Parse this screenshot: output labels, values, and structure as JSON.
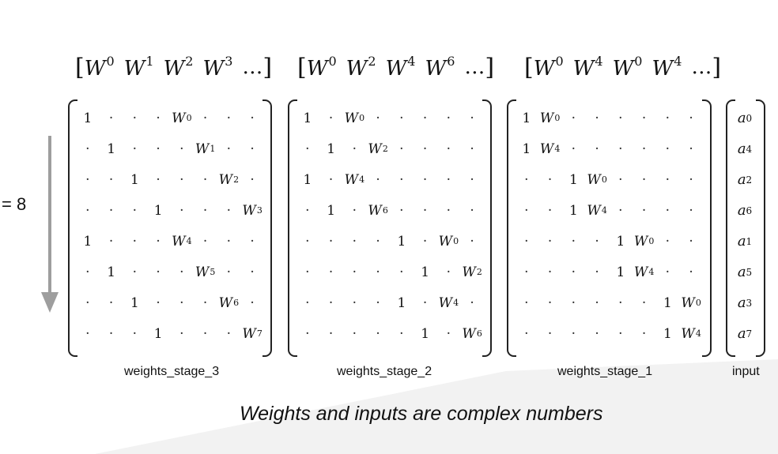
{
  "colors": {
    "background": "#ffffff",
    "background_shape": "#f2f2f2",
    "arrow": "#9e9e9e",
    "text": "#111111"
  },
  "n_label": "= 8",
  "sequences": [
    {
      "terms": [
        {
          "base": "W",
          "exp": "0"
        },
        {
          "base": "W",
          "exp": "1"
        },
        {
          "base": "W",
          "exp": "2"
        },
        {
          "base": "W",
          "exp": "3"
        }
      ],
      "ellipsis": "…"
    },
    {
      "terms": [
        {
          "base": "W",
          "exp": "0"
        },
        {
          "base": "W",
          "exp": "2"
        },
        {
          "base": "W",
          "exp": "4"
        },
        {
          "base": "W",
          "exp": "6"
        }
      ],
      "ellipsis": "…"
    },
    {
      "terms": [
        {
          "base": "W",
          "exp": "0"
        },
        {
          "base": "W",
          "exp": "4"
        },
        {
          "base": "W",
          "exp": "0"
        },
        {
          "base": "W",
          "exp": "4"
        }
      ],
      "ellipsis": "…"
    }
  ],
  "matrices": [
    {
      "label": "weights_stage_3",
      "rows": [
        [
          "1",
          "·",
          "·",
          "·",
          "W^0",
          "·",
          "·",
          "·"
        ],
        [
          "·",
          "1",
          "·",
          "·",
          "·",
          "W^1",
          "·",
          "·"
        ],
        [
          "·",
          "·",
          "1",
          "·",
          "·",
          "·",
          "W^2",
          "·"
        ],
        [
          "·",
          "·",
          "·",
          "1",
          "·",
          "·",
          "·",
          "W^3"
        ],
        [
          "1",
          "·",
          "·",
          "·",
          "W^4",
          "·",
          "·",
          "·"
        ],
        [
          "·",
          "1",
          "·",
          "·",
          "·",
          "W^5",
          "·",
          "·"
        ],
        [
          "·",
          "·",
          "1",
          "·",
          "·",
          "·",
          "W^6",
          "·"
        ],
        [
          "·",
          "·",
          "·",
          "1",
          "·",
          "·",
          "·",
          "W^7"
        ]
      ]
    },
    {
      "label": "weights_stage_2",
      "rows": [
        [
          "1",
          "·",
          "W^0",
          "·",
          "·",
          "·",
          "·",
          "·"
        ],
        [
          "·",
          "1",
          "·",
          "W^2",
          "·",
          "·",
          "·",
          "·"
        ],
        [
          "1",
          "·",
          "W^4",
          "·",
          "·",
          "·",
          "·",
          "·"
        ],
        [
          "·",
          "1",
          "·",
          "W^6",
          "·",
          "·",
          "·",
          "·"
        ],
        [
          "·",
          "·",
          "·",
          "·",
          "1",
          "·",
          "W^0",
          "·"
        ],
        [
          "·",
          "·",
          "·",
          "·",
          "·",
          "1",
          "·",
          "W^2"
        ],
        [
          "·",
          "·",
          "·",
          "·",
          "1",
          "·",
          "W^4",
          "·"
        ],
        [
          "·",
          "·",
          "·",
          "·",
          "·",
          "1",
          "·",
          "W^6"
        ]
      ]
    },
    {
      "label": "weights_stage_1",
      "rows": [
        [
          "1",
          "W^0",
          "·",
          "·",
          "·",
          "·",
          "·",
          "·"
        ],
        [
          "1",
          "W^4",
          "·",
          "·",
          "·",
          "·",
          "·",
          "·"
        ],
        [
          "·",
          "·",
          "1",
          "W^0",
          "·",
          "·",
          "·",
          "·"
        ],
        [
          "·",
          "·",
          "1",
          "W^4",
          "·",
          "·",
          "·",
          "·"
        ],
        [
          "·",
          "·",
          "·",
          "·",
          "1",
          "W^0",
          "·",
          "·"
        ],
        [
          "·",
          "·",
          "·",
          "·",
          "1",
          "W^4",
          "·",
          "·"
        ],
        [
          "·",
          "·",
          "·",
          "·",
          "·",
          "·",
          "1",
          "W^0"
        ],
        [
          "·",
          "·",
          "·",
          "·",
          "·",
          "·",
          "1",
          "W^4"
        ]
      ]
    }
  ],
  "input": {
    "label": "input",
    "values": [
      {
        "base": "a",
        "sub": "0"
      },
      {
        "base": "a",
        "sub": "4"
      },
      {
        "base": "a",
        "sub": "2"
      },
      {
        "base": "a",
        "sub": "6"
      },
      {
        "base": "a",
        "sub": "1"
      },
      {
        "base": "a",
        "sub": "5"
      },
      {
        "base": "a",
        "sub": "3"
      },
      {
        "base": "a",
        "sub": "7"
      }
    ]
  },
  "caption": "Weights and inputs are complex numbers"
}
